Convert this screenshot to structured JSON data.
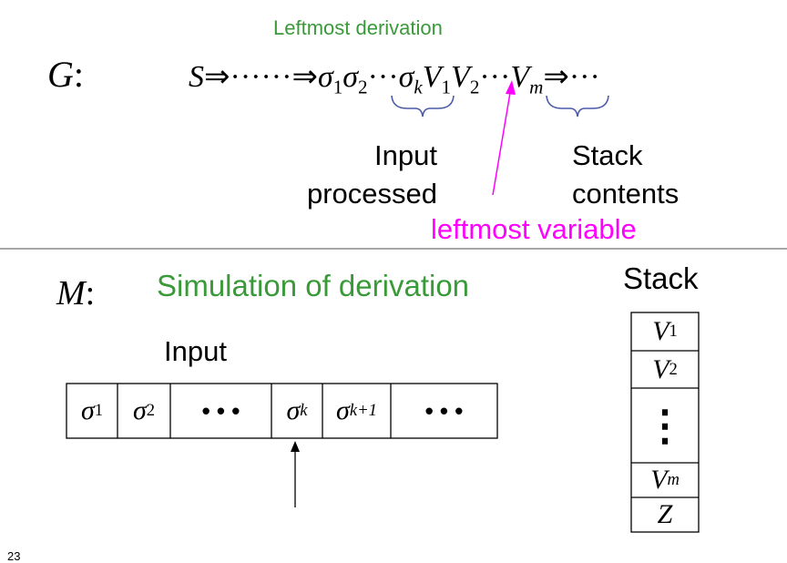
{
  "top": {
    "header": "Leftmost derivation",
    "grammar_symbol": "G",
    "colon": ":",
    "derivation": {
      "start": "S",
      "arrow": "⇒",
      "dots": "······",
      "sigma": "σ",
      "sub1": "1",
      "sub2": "2",
      "subk": "k",
      "cdots": "···",
      "var": "V",
      "subm": "m",
      "trail": "···"
    },
    "label_input_line1": "Input",
    "label_input_line2": "processed",
    "label_stack_line1": "Stack",
    "label_stack_line2": "contents",
    "label_leftmost_variable": "leftmost variable"
  },
  "bottom": {
    "machine_symbol": "M",
    "colon": ":",
    "title": "Simulation of derivation",
    "input_label": "Input",
    "stack_label": "Stack",
    "tape": {
      "sigma": "σ",
      "sub1": "1",
      "sub2": "2",
      "subk": "k",
      "subk1": "k+1",
      "dots": "• • •"
    },
    "stack": {
      "var": "V",
      "sub1": "1",
      "sub2": "2",
      "subm": "m",
      "vdots": "⋮",
      "bottom": "Z"
    }
  },
  "page_number": "23",
  "colors": {
    "green": "#3a9a3a",
    "magenta": "#ff00ff",
    "brace": "#4a5aa8",
    "divider": "#888888"
  }
}
